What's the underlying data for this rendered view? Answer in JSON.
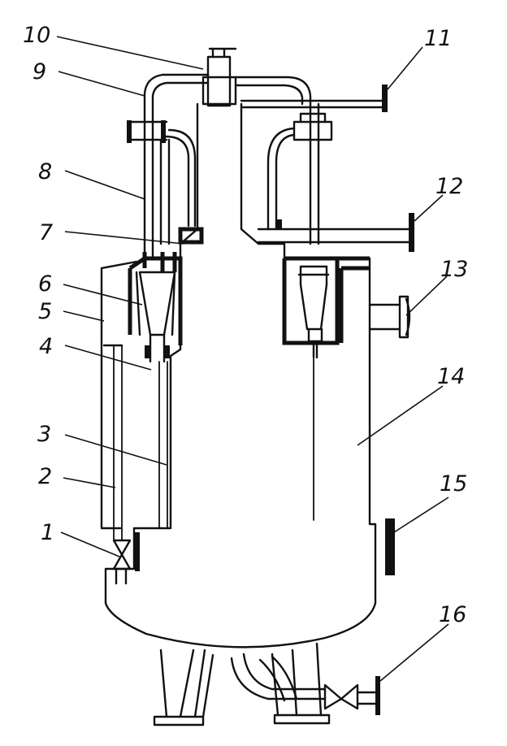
{
  "callouts": [
    {
      "id": "1",
      "text": "1"
    },
    {
      "id": "2",
      "text": "2"
    },
    {
      "id": "3",
      "text": "3"
    },
    {
      "id": "4",
      "text": "4"
    },
    {
      "id": "5",
      "text": "5"
    },
    {
      "id": "6",
      "text": "6"
    },
    {
      "id": "7",
      "text": "7"
    },
    {
      "id": "8",
      "text": "8"
    },
    {
      "id": "9",
      "text": "9"
    },
    {
      "id": "10",
      "text": "10"
    },
    {
      "id": "11",
      "text": "11"
    },
    {
      "id": "12",
      "text": "12"
    },
    {
      "id": "13",
      "text": "13"
    },
    {
      "id": "14",
      "text": "14"
    },
    {
      "id": "15",
      "text": "15"
    },
    {
      "id": "16",
      "text": "16"
    }
  ],
  "colors": {
    "ink": "#111111",
    "paper": "#ffffff"
  }
}
